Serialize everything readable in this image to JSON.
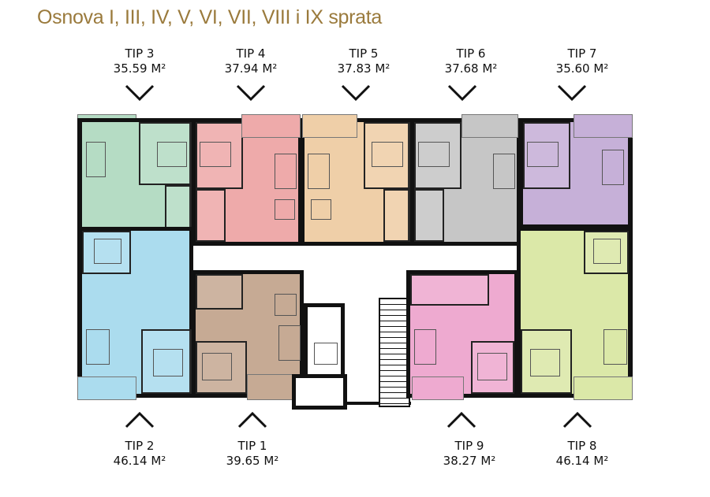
{
  "title": "Osnova I, III, IV, V, VI, VII, VIII i IX sprata",
  "units": [
    {
      "name": "TIP 3",
      "area": "35.59 M²",
      "color": "#b5dcc4"
    },
    {
      "name": "TIP 4",
      "area": "37.94 M²",
      "color": "#eeaaaa"
    },
    {
      "name": "TIP 5",
      "area": "37.83 M²",
      "color": "#efcfa8"
    },
    {
      "name": "TIP 6",
      "area": "37.68 M²",
      "color": "#c6c6c6"
    },
    {
      "name": "TIP 7",
      "area": "35.60 M²",
      "color": "#c6b0d8"
    },
    {
      "name": "TIP 2",
      "area": "46.14 M²",
      "color": "#abdcee"
    },
    {
      "name": "TIP 1",
      "area": "39.65 M²",
      "color": "#c6aa94"
    },
    {
      "name": "TIP 9",
      "area": "38.27 M²",
      "color": "#eeaad0"
    },
    {
      "name": "TIP 8",
      "area": "46.14 M²",
      "color": "#dbe8a8"
    }
  ]
}
